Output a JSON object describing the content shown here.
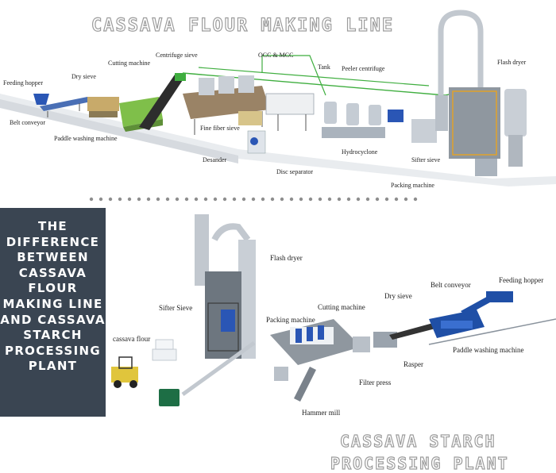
{
  "top": {
    "title": "CASSAVA FLOUR MAKING LINE",
    "labels": {
      "feeding_hopper": "Feeding hopper",
      "dry_sieve": "Dry sieve",
      "cutting_machine": "Cutting machine",
      "centrifuge_sieve": "Centrifuge sieve",
      "occ_mcc": "OCC & MCC",
      "tank": "Tank",
      "peeler_centrifuge": "Peeler centrifuge",
      "flash_dryer": "Flash dryer",
      "belt_conveyor": "Belt conveyor",
      "paddle_washing_machine": "Paddle washing machine",
      "fine_fiber_sieve": "Fine fiber sieve",
      "desander": "Desander",
      "disc_separator": "Disc separator",
      "hydrocyclone": "Hydrocyclone",
      "sifter_sieve": "Sifter sieve",
      "packing_machine": "Packing machine"
    }
  },
  "side": {
    "title": "THE DIFFERENCE BETWEEN CASSAVA FLOUR MAKING LINE AND CASSAVA STARCH PROCESSING PLANT"
  },
  "bottom": {
    "title_line1": "CASSAVA STARCH",
    "title_line2": "PROCESSING PLANT",
    "labels": {
      "flash_dryer": "Flash dryer",
      "sifter_sieve": "Sifter Sieve",
      "packing_machine": "Packing machine",
      "cassava_flour": "cassava flour",
      "cutting_machine": "Cutting machine",
      "dry_sieve": "Dry sieve",
      "belt_conveyor": "Belt conveyor",
      "feeding_hopper": "Feeding hopper",
      "paddle_washing_machine": "Paddle washing machine",
      "rasper": "Rasper",
      "filter_press": "Filter press",
      "hammer_mill": "Hammer mill"
    }
  },
  "colors": {
    "panel_dark": "#3a4552",
    "pipe_green": "#3fae3f",
    "machine_blue": "#1f4fa6",
    "steel": "#b9c0c8"
  }
}
